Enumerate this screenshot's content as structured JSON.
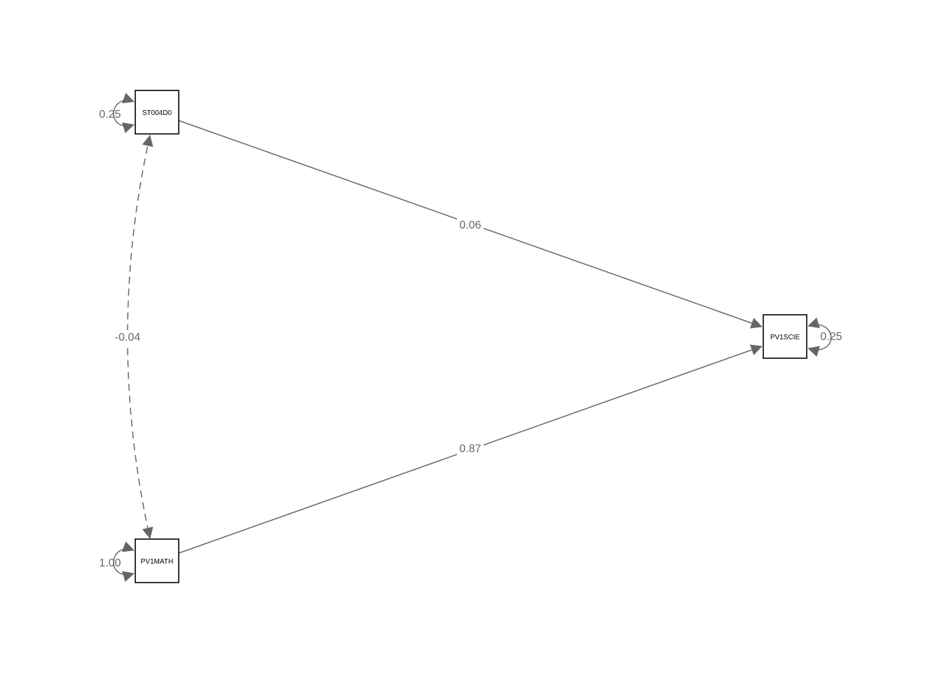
{
  "nodes": {
    "st004d0": {
      "label": "ST004D0",
      "variance": "0.25"
    },
    "pv1math": {
      "label": "PV1MATH",
      "variance": "1.00"
    },
    "pv1scie": {
      "label": "PV1SCIE",
      "variance": "0.25"
    }
  },
  "paths": {
    "st004d0_to_pv1scie": "0.06",
    "pv1math_to_pv1scie": "0.87",
    "st004d0_with_pv1math": "-0.04"
  },
  "colors": {
    "edge": "#666666",
    "node_border": "#000000"
  }
}
